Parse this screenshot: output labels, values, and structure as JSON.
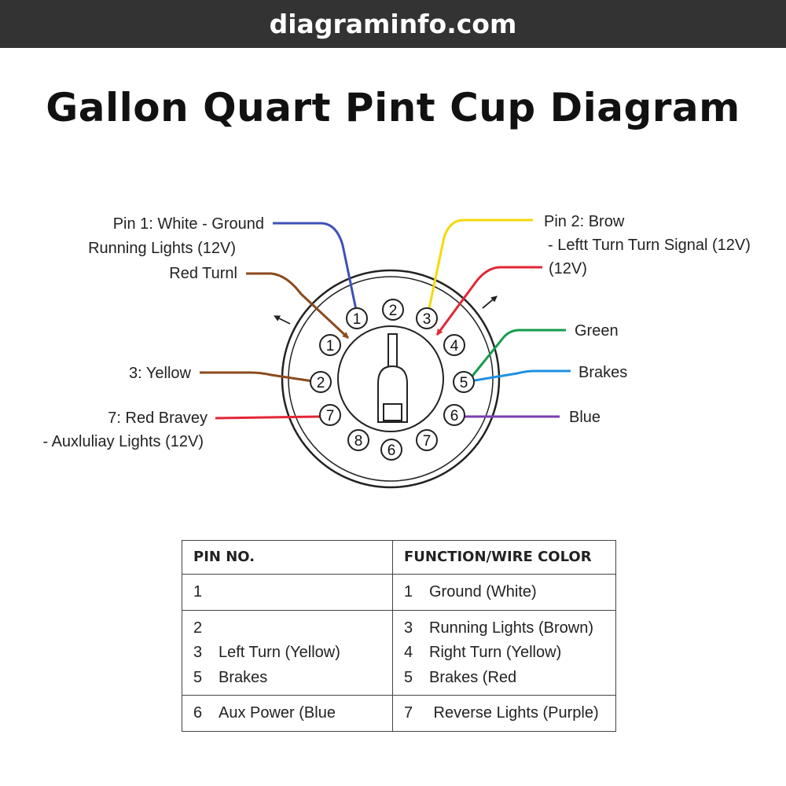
{
  "header": {
    "site": "diagraminfo.com"
  },
  "title": "Gallon Quart Pint Cup Diagram",
  "colors": {
    "white_wire": "#3f51b5",
    "brown_wire": "#8b4a1e",
    "yellow_wire": "#f5d90a",
    "red_wire": "#e32636",
    "green_wire": "#169c4d",
    "blue_wire": "#1e90e0",
    "purple_wire": "#7a3fb0"
  },
  "labels": {
    "pin1_line1": "Pin 1: White - Ground",
    "pin1_line2": "Running Lights (12V)",
    "red_turn": "Red Turnl",
    "yellow": "3: Yellow",
    "red_bravey": "7: Red  Bravey",
    "aux": "- Auxluliay Lights (12V)",
    "pin2_line1": "Pin 2: Brow",
    "pin2_line2": "- Leftt Turn Turn Signal (12V)",
    "pin2_line3": "(12V)",
    "green": "Green",
    "brakes": "Brakes",
    "blue": "Blue"
  },
  "connector_pins": [
    {
      "label": "1"
    },
    {
      "label": "2"
    },
    {
      "label": "3"
    },
    {
      "label": "1"
    },
    {
      "label": "4"
    },
    {
      "label": "2"
    },
    {
      "label": "5"
    },
    {
      "label": "7"
    },
    {
      "label": "6"
    },
    {
      "label": "8"
    },
    {
      "label": "6"
    },
    {
      "label": "7"
    }
  ],
  "table": {
    "headers": [
      "PIN NO.",
      "FUNCTION/WIRE COLOR"
    ],
    "rows": [
      {
        "left": [
          {
            "num": "1",
            "text": ""
          }
        ],
        "right": [
          {
            "num": "1",
            "text": "Ground (White)"
          }
        ]
      },
      {
        "left": [
          {
            "num": "2",
            "text": ""
          },
          {
            "num": "3",
            "text": "Left Turn (Yellow)"
          },
          {
            "num": "5",
            "text": "Brakes"
          }
        ],
        "right": [
          {
            "num": "3",
            "text": "Running Lights (Brown)"
          },
          {
            "num": "4",
            "text": "Right Turn (Yellow)"
          },
          {
            "num": "5",
            "text": "Brakes (Red"
          }
        ]
      },
      {
        "left": [
          {
            "num": "6",
            "text": "Aux Power (Blue"
          }
        ],
        "right": [
          {
            "num": "7",
            "text": " Reverse Lights (Purple)"
          }
        ]
      }
    ]
  }
}
